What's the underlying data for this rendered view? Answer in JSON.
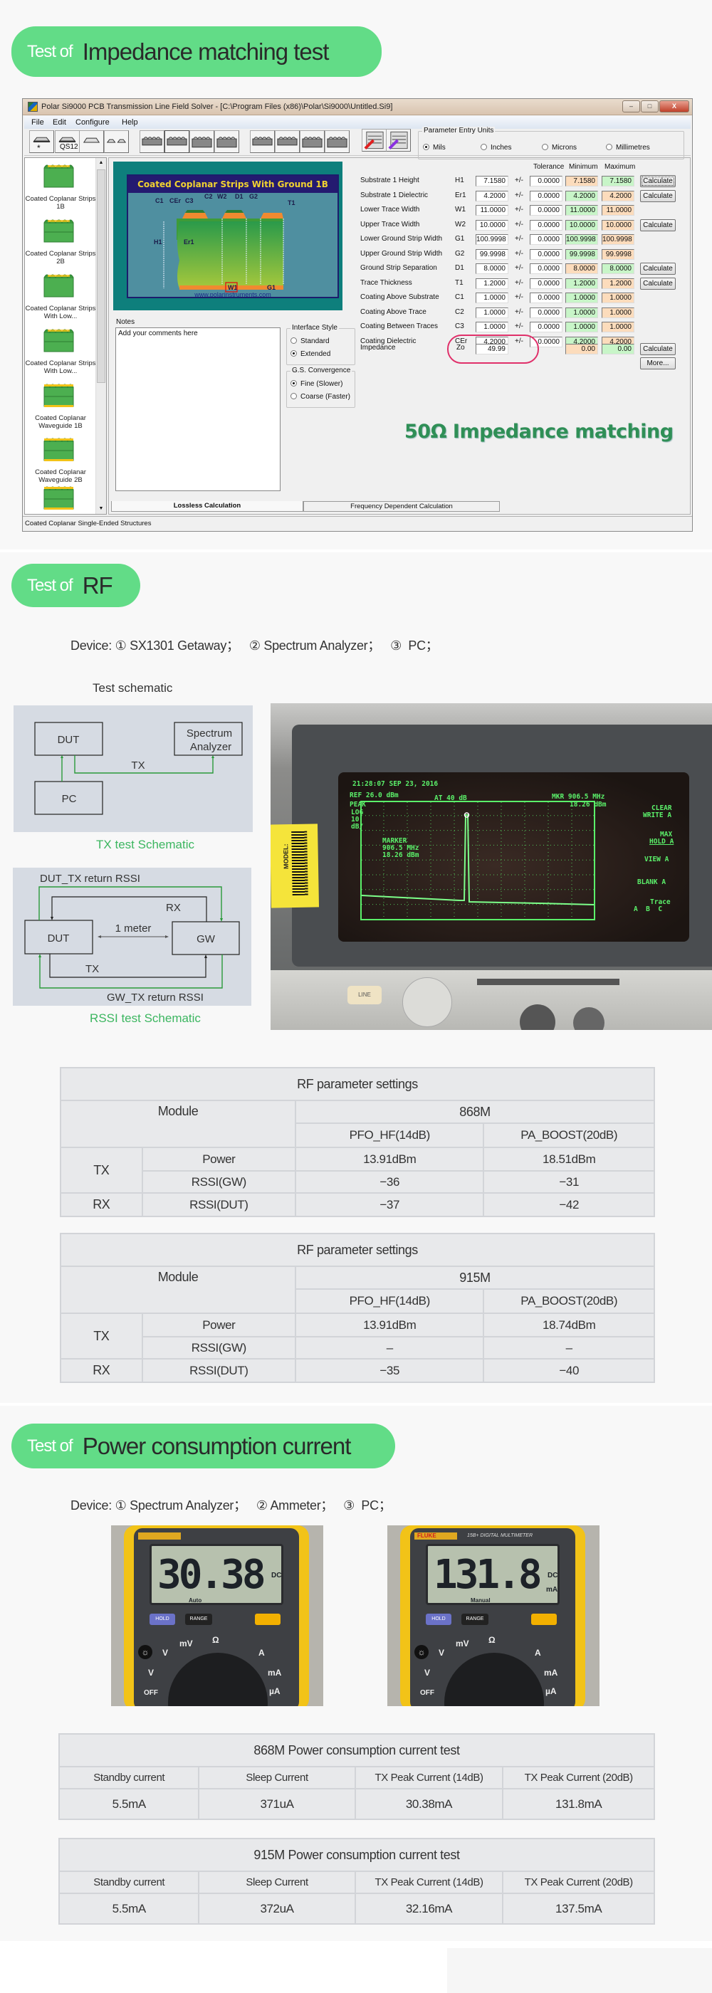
{
  "sections": {
    "impedance": {
      "prefix": "Test of",
      "title": "Impedance matching test"
    },
    "rf": {
      "prefix": "Test of",
      "title": "RF",
      "device_line": "Device: ① SX1301 Getaway；   ② Spectrum Analyzer；   ③  PC；"
    },
    "power": {
      "prefix": "Test of",
      "title": "Power consumption current",
      "device_line": "Device: ① Spectrum Analyzer；   ② Ammeter；   ③  PC；"
    }
  },
  "window": {
    "title": "Polar Si9000 PCB Transmission Line Field Solver - [C:\\Program Files (x86)\\Polar\\Si9000\\Untitled.Si9]",
    "controls": {
      "minimize": "–",
      "maximize": "□",
      "close": "X"
    },
    "menu": [
      "File",
      "Edit",
      "Configure",
      "Help"
    ],
    "toolbar_first_labels": {
      "b0": "*",
      "b1": "QS12"
    },
    "sidebar": [
      "Coated Coplanar Strips 1B",
      "Coated Coplanar Strips 2B",
      "Coated Coplanar Strips With Low...",
      "Coated Coplanar Strips With Low...",
      "Coated Coplanar Waveguide 1B",
      "Coated Coplanar Waveguide 2B",
      ""
    ],
    "diagram": {
      "title": "Coated Coplanar Strips With Ground 1B",
      "url": "www.polarinstruments.com",
      "labels": {
        "c1": "C1",
        "cer": "CEr",
        "c3": "C3",
        "c2": "C2",
        "w2": "W2",
        "d1": "D1",
        "g2": "G2",
        "t1": "T1",
        "h1": "H1",
        "er1": "Er1",
        "w1": "W1",
        "g1": "G1"
      }
    },
    "units": {
      "title": "Parameter Entry Units",
      "options": [
        "Mils",
        "Inches",
        "Microns",
        "Millimetres"
      ],
      "selected": "Mils"
    },
    "param_headers": {
      "tolerance": "Tolerance",
      "minimum": "Minimum",
      "maximum": "Maximum"
    },
    "pm": "+/-",
    "params": [
      {
        "label": "Substrate 1 Height",
        "sym": "H1",
        "value": "7.1580",
        "tol": "0.0000",
        "min": "7.1580",
        "max": "7.1580",
        "min_color": "#fcdcbc",
        "max_color": "#c8f5c8",
        "calc": "Calculate"
      },
      {
        "label": "Substrate 1 Dielectric",
        "sym": "Er1",
        "value": "4.2000",
        "tol": "0.0000",
        "min": "4.2000",
        "max": "4.2000",
        "min_color": "#c8f5c8",
        "max_color": "#fcdcbc",
        "calc": "Calculate"
      },
      {
        "label": "Lower Trace Width",
        "sym": "W1",
        "value": "11.0000",
        "tol": "0.0000",
        "min": "11.0000",
        "max": "11.0000",
        "min_color": "#c8f5c8",
        "max_color": "#fcdcbc",
        "calc": ""
      },
      {
        "label": "Upper Trace Width",
        "sym": "W2",
        "value": "10.0000",
        "tol": "0.0000",
        "min": "10.0000",
        "max": "10.0000",
        "min_color": "#c8f5c8",
        "max_color": "#fcdcbc",
        "calc": "Calculate"
      },
      {
        "label": "Lower Ground Strip Width",
        "sym": "G1",
        "value": "100.9998",
        "tol": "0.0000",
        "min": "100.9998",
        "max": "100.9998",
        "min_color": "#c8f5c8",
        "max_color": "#fcdcbc",
        "calc": ""
      },
      {
        "label": "Upper Ground Strip Width",
        "sym": "G2",
        "value": "99.9998",
        "tol": "0.0000",
        "min": "99.9998",
        "max": "99.9998",
        "min_color": "#c8f5c8",
        "max_color": "#fcdcbc",
        "calc": ""
      },
      {
        "label": "Ground Strip Separation",
        "sym": "D1",
        "value": "8.0000",
        "tol": "0.0000",
        "min": "8.0000",
        "max": "8.0000",
        "min_color": "#fcdcbc",
        "max_color": "#c8f5c8",
        "calc": "Calculate"
      },
      {
        "label": "Trace Thickness",
        "sym": "T1",
        "value": "1.2000",
        "tol": "0.0000",
        "min": "1.2000",
        "max": "1.2000",
        "min_color": "#c8f5c8",
        "max_color": "#fcdcbc",
        "calc": "Calculate"
      },
      {
        "label": "Coating Above Substrate",
        "sym": "C1",
        "value": "1.0000",
        "tol": "0.0000",
        "min": "1.0000",
        "max": "1.0000",
        "min_color": "#c8f5c8",
        "max_color": "#fcdcbc",
        "calc": ""
      },
      {
        "label": "Coating Above Trace",
        "sym": "C2",
        "value": "1.0000",
        "tol": "0.0000",
        "min": "1.0000",
        "max": "1.0000",
        "min_color": "#c8f5c8",
        "max_color": "#fcdcbc",
        "calc": ""
      },
      {
        "label": "Coating Between Traces",
        "sym": "C3",
        "value": "1.0000",
        "tol": "0.0000",
        "min": "1.0000",
        "max": "1.0000",
        "min_color": "#c8f5c8",
        "max_color": "#fcdcbc",
        "calc": ""
      },
      {
        "label": "Coating Dielectric",
        "sym": "CEr",
        "value": "4.2000",
        "tol": "0.0000",
        "min": "4.2000",
        "max": "4.2000",
        "min_color": "#c8f5c8",
        "max_color": "#fcdcbc",
        "calc": ""
      }
    ],
    "impedance": {
      "label": "Impedance",
      "sym": "Zo",
      "value": "49.99",
      "min": "0.00",
      "max": "0.00",
      "calc": "Calculate",
      "more": "More..."
    },
    "notes": {
      "label": "Notes",
      "text": "Add your comments here"
    },
    "interface_style": {
      "title": "Interface Style",
      "options": [
        "Standard",
        "Extended"
      ],
      "selected": "Extended"
    },
    "convergence": {
      "title": "G.S. Convergence",
      "options": [
        "Fine (Slower)",
        "Coarse (Faster)"
      ],
      "selected": "Fine (Slower)"
    },
    "tabs": [
      "Lossless Calculation",
      "Frequency Dependent Calculation"
    ],
    "active_tab": "Lossless Calculation",
    "status": "Coated Coplanar Single-Ended Structures",
    "overlay_text": "50Ω Impedance matching"
  },
  "rf": {
    "schematic_title": "Test schematic",
    "tx_schematic": {
      "dut": "DUT",
      "analyzer_1": "Spectrum",
      "analyzer_2": "Analyzer",
      "pc": "PC",
      "tx": "TX",
      "caption": "TX test Schematic"
    },
    "rssi_schematic": {
      "top_label": "DUT_TX return RSSI",
      "rx": "RX",
      "dut": "DUT",
      "gw": "GW",
      "distance": "1 meter",
      "tx": "TX",
      "bottom_label": "GW_TX return RSSI",
      "caption": "RSSI test Schematic"
    },
    "analyzer_screen": {
      "timestamp": "21:28:07 SEP 23, 2016",
      "ref": "REF 26.0 dBm",
      "atten": "AT 40 dB",
      "scale": [
        "PEAK",
        "LOG",
        "10",
        "dB/"
      ],
      "marker_top": [
        "MKR 906.5 MHz",
        "18.26 dBm"
      ],
      "marker_box": [
        "MARKER",
        "906.5 MHz",
        "18.26 dBm"
      ],
      "softkeys": [
        "CLEAR",
        "WRITE A",
        "MAX",
        "HOLD A",
        "VIEW A",
        "BLANK A",
        "Trace",
        "A  B  C"
      ],
      "label_sticker": "MODEL:",
      "button_line": "LINE"
    },
    "tables": [
      {
        "title": "RF parameter settings",
        "module": "Module",
        "band": "868M",
        "col1": "PFO_HF(14dB)",
        "col2": "PA_BOOST(20dB)",
        "rows": [
          {
            "group": "TX",
            "name": "Power",
            "v1": "13.91dBm",
            "v2": "18.51dBm"
          },
          {
            "group": "",
            "name": "RSSI(GW)",
            "v1": "−36",
            "v2": "−31"
          },
          {
            "group": "RX",
            "name": "RSSI(DUT)",
            "v1": "−37",
            "v2": "−42"
          }
        ]
      },
      {
        "title": "RF parameter settings",
        "module": "Module",
        "band": "915M",
        "col1": "PFO_HF(14dB)",
        "col2": "PA_BOOST(20dB)",
        "rows": [
          {
            "group": "TX",
            "name": "Power",
            "v1": "13.91dBm",
            "v2": "18.74dBm"
          },
          {
            "group": "",
            "name": "RSSI(GW)",
            "v1": "–",
            "v2": "–"
          },
          {
            "group": "RX",
            "name": "RSSI(DUT)",
            "v1": "−35",
            "v2": "−40"
          }
        ]
      }
    ]
  },
  "power": {
    "meters": [
      {
        "reading": "30.38",
        "unit_top": "DC",
        "mode": "Auto",
        "brand": "",
        "model": ""
      },
      {
        "reading": "131.8",
        "unit_top": "DC",
        "unit": "mA",
        "mode": "Manual",
        "brand": "FLUKE",
        "model": "15B+ DIGITAL MULTIMETER"
      }
    ],
    "meter_keys": {
      "hold": "HOLD",
      "range": "RANGE",
      "mv": "mV",
      "ohm": "Ω",
      "v": "V",
      "v_ac": "V",
      "a": "A",
      "ma": "mA",
      "ua": "µA",
      "off": "OFF"
    },
    "tables": [
      {
        "title": "868M Power consumption current test",
        "headers": [
          "Standby current",
          "Sleep Current",
          "TX Peak Current (14dB)",
          "TX Peak Current (20dB)"
        ],
        "values": [
          "5.5mA",
          "371uA",
          "30.38mA",
          "131.8mA"
        ]
      },
      {
        "title": "915M Power consumption current test",
        "headers": [
          "Standby current",
          "Sleep Current",
          "TX Peak Current (14dB)",
          "TX Peak Current (20dB)"
        ],
        "values": [
          "5.5mA",
          "372uA",
          "32.16mA",
          "137.5mA"
        ]
      }
    ]
  }
}
